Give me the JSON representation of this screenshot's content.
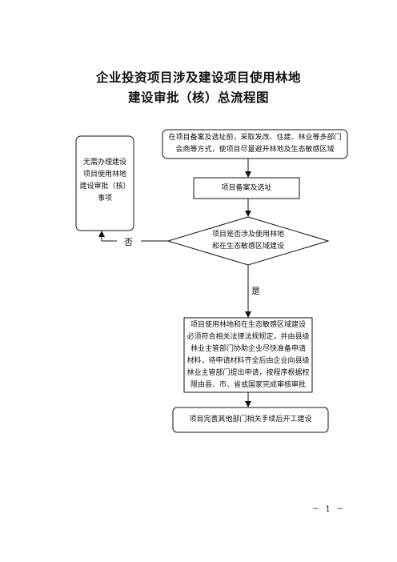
{
  "title": {
    "line1": "企业投资项目涉及建设项目使用林地",
    "line2": "建设审批（核）总流程图"
  },
  "nodes": {
    "start": {
      "line1": "在项目备案及选址前，采取发改、住建、林业等多部门",
      "line2": "会商等方式，使项目尽量避开林地及生态敏感区域"
    },
    "filing": {
      "label": "项目备案及选址"
    },
    "decision": {
      "line1": "项目是否涉及使用林地",
      "line2": "和在生态敏感区域建设"
    },
    "no_approval": {
      "line1": "无需办理建设",
      "line2": "项目使用林地",
      "line3": "建设审批（核）",
      "line4": "事项"
    },
    "approval": {
      "line1": "项目使用林地和在生态敏感区域建设",
      "line2": "必须符合相关法律法规规定，并由县级",
      "line3": "林业主管部门协助企业尽快准备申请",
      "line4": "材料，待申请材料齐全后由企业向县级",
      "line5": "林业主管部门提出申请，按程序根据权",
      "line6": "限由县、市、省或国家完成审核审批"
    },
    "finish": {
      "label": "项目完善其他部门相关手续后开工建设"
    }
  },
  "edges": {
    "no_label": "否",
    "yes_label": "是"
  },
  "footer": {
    "page": "－ 1 －"
  }
}
